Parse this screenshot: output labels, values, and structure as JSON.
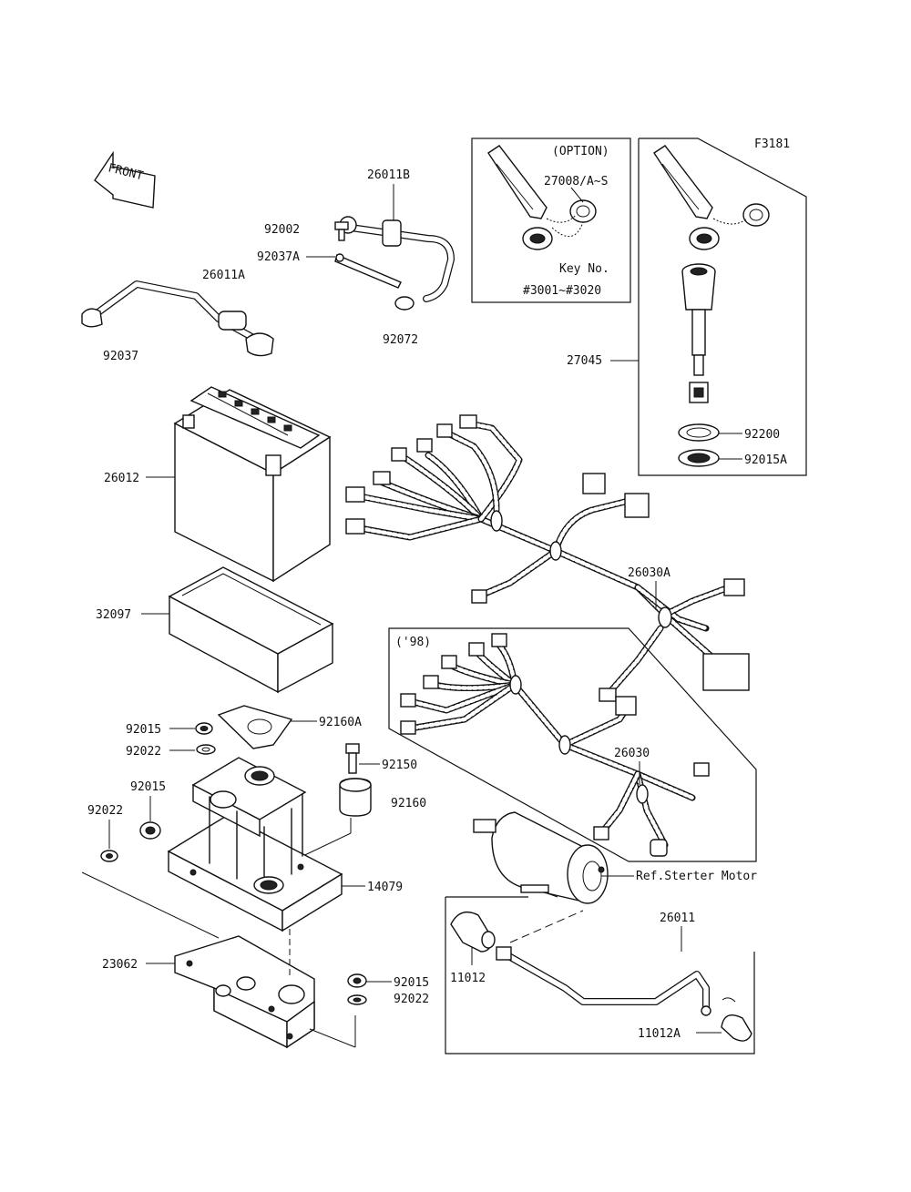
{
  "figure_code": "F3181",
  "front_indicator": "FRONT",
  "frames": {
    "option_label": "(OPTION)",
    "option_part": "27008/A~S",
    "key_no_label": "Key No.",
    "key_no_range": "#3001~#3020",
    "year_label": "('98)"
  },
  "parts": {
    "p26011B": "26011B",
    "p92002": "92002",
    "p92037A": "92037A",
    "p26011A": "26011A",
    "p92072": "92072",
    "p92037": "92037",
    "p26012": "26012",
    "p32097": "32097",
    "p27045": "27045",
    "p92200": "92200",
    "p92015A": "92015A",
    "p26030A": "26030A",
    "p92160A": "92160A",
    "p92015_a": "92015",
    "p92022_a": "92022",
    "p92150": "92150",
    "p92015_b": "92015",
    "p92160": "92160",
    "p92022_b": "92022",
    "p14079": "14079",
    "p26030": "26030",
    "ref_starter": "Ref.Sterter Motor",
    "p26011": "26011",
    "p11012": "11012",
    "p23062": "23062",
    "p92015_c": "92015",
    "p92022_c": "92022",
    "p11012A": "11012A"
  }
}
